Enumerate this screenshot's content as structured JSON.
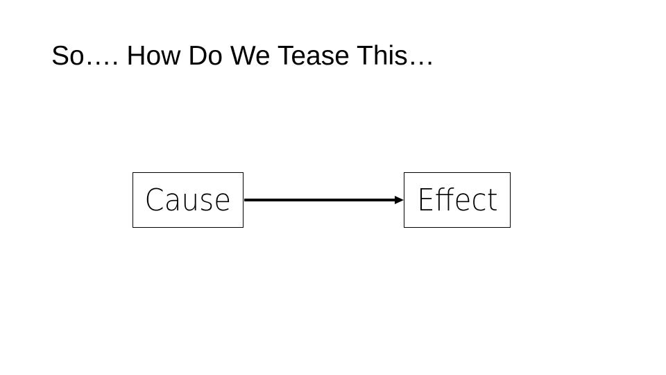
{
  "slide": {
    "title": "So…. How Do We Tease This…"
  },
  "diagram": {
    "cause_label": "Cause",
    "effect_label": "Effect",
    "line_color": "#000000"
  }
}
